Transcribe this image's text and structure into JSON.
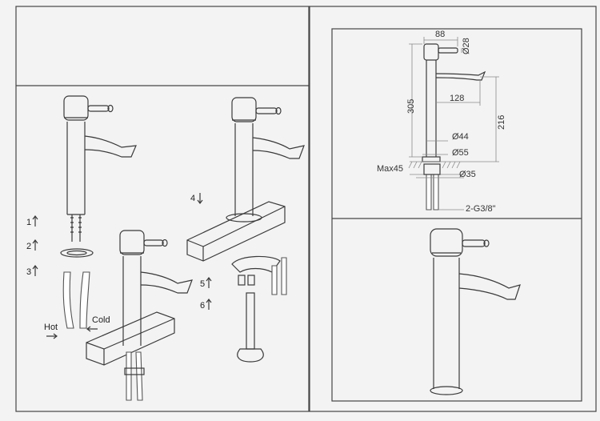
{
  "assembly": {
    "steps": [
      {
        "number": "1",
        "arrow": "up"
      },
      {
        "number": "2",
        "arrow": "up"
      },
      {
        "number": "3",
        "arrow": "up"
      },
      {
        "number": "4",
        "arrow": "down"
      },
      {
        "number": "5",
        "arrow": "up"
      },
      {
        "number": "6",
        "arrow": "up"
      }
    ],
    "hot_label": "Hot",
    "cold_label": "Cold"
  },
  "dimensions": {
    "width_top": "88",
    "handle_diameter": "Ø28",
    "spout_reach": "128",
    "body_height": "305",
    "spout_height": "216",
    "body_diameter": "Ø44",
    "base_diameter": "Ø55",
    "max_deck": "Max45",
    "hole_diameter": "Ø35",
    "hose_thread": "2-G3/8\""
  }
}
